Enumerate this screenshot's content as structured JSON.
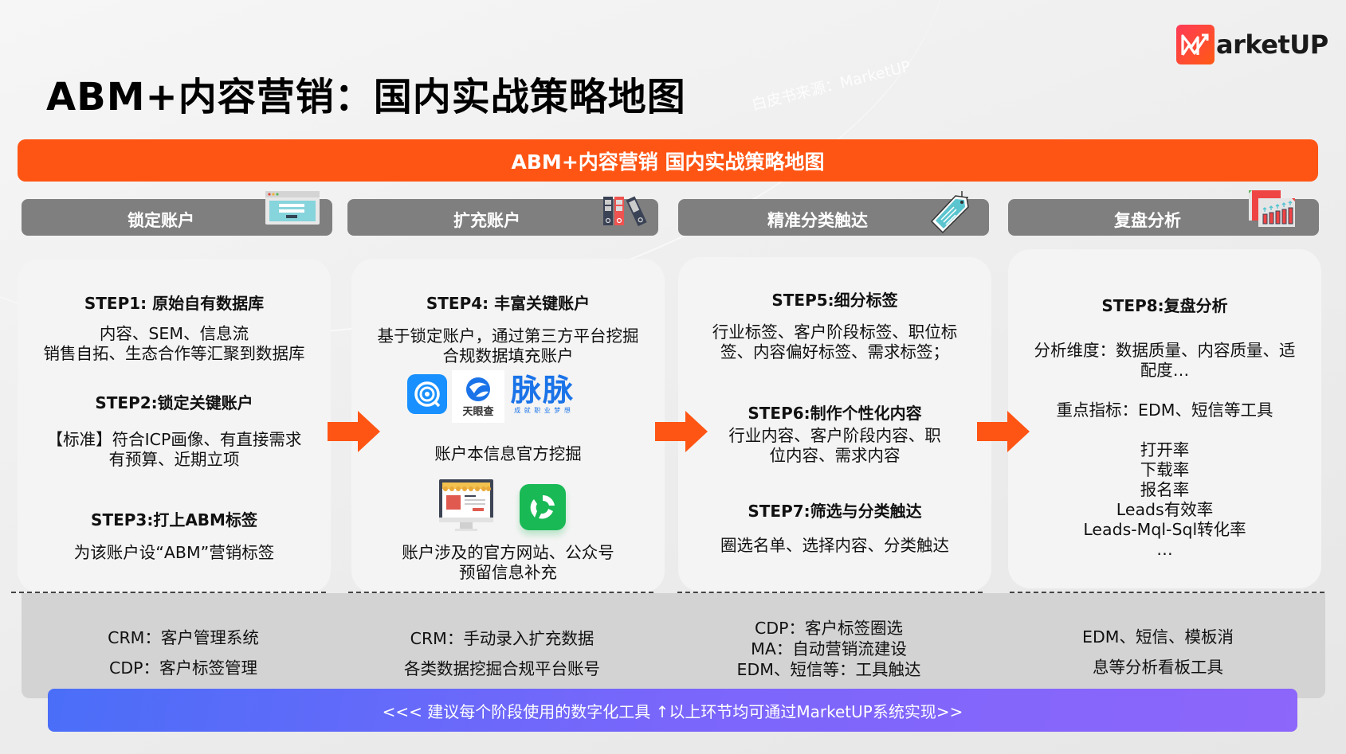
{
  "header": {
    "title": "ABM+内容营销：国内实战策略地图",
    "watermark": "白皮书来源：MarketUP",
    "logo_text": "arketUP",
    "logo_mark": "M",
    "logo_icon": "marketup-logo-icon"
  },
  "banner": {
    "title": "ABM+内容营销 国内实战策略地图",
    "color": "#ff5514"
  },
  "phases": [
    {
      "label": "锁定账户",
      "icon": "login-window-icon",
      "steps": [
        {
          "title": "STEP1: 原始自有数据库",
          "body": "内容、SEM、信息流\n销售自拓、生态合作等汇聚到数据库"
        },
        {
          "title": "STEP2:锁定关键账户",
          "body": "【标准】符合ICP画像、有直接需求\n有预算、近期立项"
        },
        {
          "title": "STEP3:打上ABM标签",
          "body": "为该账户设“ABM”营销标签"
        }
      ],
      "tools": [
        "CRM：客户管理系统",
        "CDP：客户标签管理"
      ]
    },
    {
      "label": "扩充账户",
      "icon": "binders-icon",
      "steps": [
        {
          "title": "STEP4: 丰富关键账户",
          "body": "基于锁定账户，通过第三方平台挖掘\n合规数据填充账户"
        }
      ],
      "third_party_logos": [
        {
          "name": "qichacha-logo",
          "label": ""
        },
        {
          "name": "tianyancha-logo",
          "label": "天眼查"
        },
        {
          "name": "maimai-logo",
          "label": "脉脉",
          "slogan": "成 就 职 业 梦 想"
        }
      ],
      "official_mining": "账户本信息官方挖掘",
      "official_icons": [
        "website-monitor-icon",
        "wechat-official-account-icon"
      ],
      "official_body": "账户涉及的官方网站、公众号\n预留信息补充",
      "tools": [
        "CRM：手动录入扩充数据",
        "各类数据挖掘合规平台账号"
      ]
    },
    {
      "label": "精准分类触达",
      "icon": "price-tag-icon",
      "steps": [
        {
          "title": "STEP5:细分标签",
          "body": "行业标签、客户阶段标签、职位标\n签、内容偏好标签、需求标签；"
        },
        {
          "title": "STEP6:制作个性化内容",
          "body": "行业内容、客户阶段内容、职\n位内容、需求内容"
        },
        {
          "title": "STEP7:筛选与分类触达",
          "body": "圈选名单、选择内容、分类触达"
        }
      ],
      "tools": [
        "CDP：客户标签圈选",
        "MA：自动营销流建设",
        "EDM、短信等：工具触达"
      ]
    },
    {
      "label": "复盘分析",
      "icon": "bar-chart-report-icon",
      "steps": [
        {
          "title": "STEP8:复盘分析",
          "body": "分析维度：数据质量、内容质量、适\n配度…"
        },
        {
          "title": "",
          "body": "重点指标：EDM、短信等工具"
        },
        {
          "title": "",
          "body": "打开率\n下载率\n报名率\nLeads有效率\nLeads-Mql-Sql转化率\n…"
        }
      ],
      "tools": [
        "EDM、短信、模板消",
        "息等分析看板工具"
      ]
    }
  ],
  "footer": {
    "text": "<<< 建议每个阶段使用的数字化工具 ↑以上环节均可通过MarketUP系统实现>>"
  },
  "colors": {
    "accent_orange": "#ff5514",
    "phase_header_gray": "#7f7f7f",
    "card_bg": "#f4f4f4",
    "tools_bg": "#d3d3d3",
    "footer_gradient_start": "#4a6ef8",
    "footer_gradient_end": "#8d66fb"
  }
}
